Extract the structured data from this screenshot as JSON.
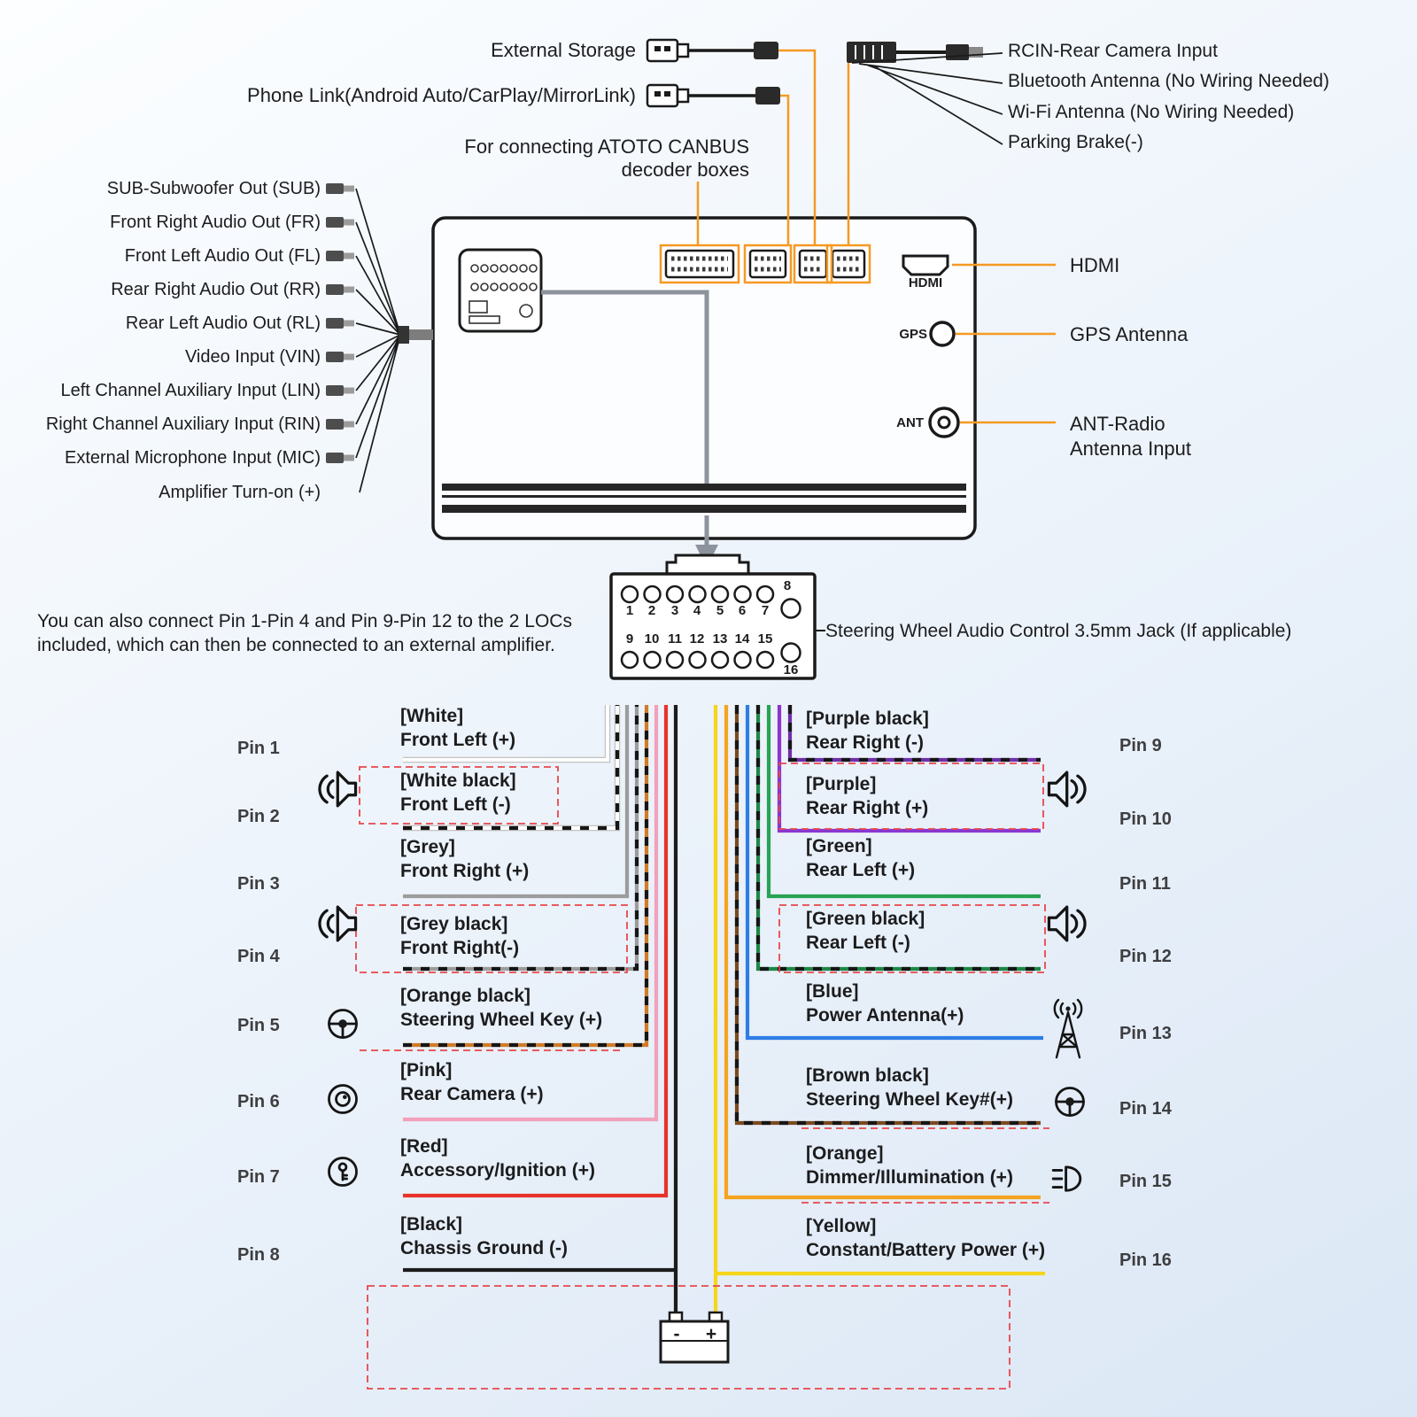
{
  "accent": "#f59a23",
  "top": {
    "external_storage": "External Storage",
    "phone_link": "Phone Link(Android Auto/CarPlay/MirrorLink)",
    "canbus": "For connecting ATOTO CANBUS\ndecoder boxes"
  },
  "harness_labels": [
    "RCIN-Rear Camera Input",
    "Bluetooth Antenna (No Wiring Needed)",
    "Wi-Fi Antenna (No Wiring Needed)",
    "Parking Brake(-)"
  ],
  "left_ports": [
    "SUB-Subwoofer Out (SUB)",
    "Front Right Audio Out (FR)",
    "Front Left Audio Out (FL)",
    "Rear Right Audio Out (RR)",
    "Rear Left Audio Out (RL)",
    "Video Input (VIN)",
    "Left Channel Auxiliary Input (LIN)",
    "Right Channel Auxiliary Input (RIN)",
    "External Microphone Input (MIC)",
    "Amplifier Turn-on (+)"
  ],
  "unit": {
    "hdmi": "HDMI",
    "gps": "GPS",
    "ant": "ANT"
  },
  "right_ports": {
    "hdmi": "HDMI",
    "gps": "GPS Antenna",
    "ant": "ANT-Radio\nAntenna Input"
  },
  "connector": {
    "top_numbers": [
      "1",
      "2",
      "3",
      "4",
      "5",
      "6",
      "7"
    ],
    "pin8": "8",
    "bottom_numbers": [
      "9",
      "10",
      "11",
      "12",
      "13",
      "14",
      "15"
    ],
    "pin16": "16"
  },
  "notes": {
    "loc": "You can also connect Pin 1-Pin 4 and Pin 9-Pin 12 to the 2 LOCs included, which can then be connected to an external amplifier.",
    "swc": "Steering Wheel Audio Control 3.5mm Jack (If applicable)"
  },
  "pins_left": [
    {
      "num": "Pin 1",
      "color": "[White]",
      "desc": "Front Left (+)"
    },
    {
      "num": "Pin 2",
      "color": "[White black]",
      "desc": "Front Left (-)"
    },
    {
      "num": "Pin 3",
      "color": "[Grey]",
      "desc": "Front Right (+)"
    },
    {
      "num": "Pin 4",
      "color": "[Grey black]",
      "desc": "Front Right(-)"
    },
    {
      "num": "Pin 5",
      "color": "[Orange black]",
      "desc": "Steering Wheel Key (+)"
    },
    {
      "num": "Pin 6",
      "color": "[Pink]",
      "desc": "Rear Camera (+)"
    },
    {
      "num": "Pin 7",
      "color": "[Red]",
      "desc": "Accessory/Ignition (+)"
    },
    {
      "num": "Pin 8",
      "color": "[Black]",
      "desc": "Chassis Ground (-)"
    }
  ],
  "pins_right": [
    {
      "num": "Pin 9",
      "color": "[Purple black]",
      "desc": "Rear Right (-)"
    },
    {
      "num": "Pin 10",
      "color": "[Purple]",
      "desc": "Rear Right (+)"
    },
    {
      "num": "Pin 11",
      "color": "[Green]",
      "desc": "Rear Left (+)"
    },
    {
      "num": "Pin 12",
      "color": "[Green black]",
      "desc": "Rear Left (-)"
    },
    {
      "num": "Pin 13",
      "color": "[Blue]",
      "desc": "Power Antenna(+)"
    },
    {
      "num": "Pin 14",
      "color": "[Brown black]",
      "desc": "Steering Wheel Key#(+)"
    },
    {
      "num": "Pin 15",
      "color": "[Orange]",
      "desc": "Dimmer/Illumination (+)"
    },
    {
      "num": "Pin 16",
      "color": "[Yellow]",
      "desc": "Constant/Battery Power (+)"
    }
  ],
  "battery": {
    "neg": "-",
    "pos": "+"
  },
  "wire_colors": {
    "white": "#ffffff",
    "white_black": "#ffffff",
    "grey": "#9c9c9c",
    "grey_black": "#9c9c9c",
    "orange_black": "#d07c28",
    "pink": "#f2a0bb",
    "red": "#e6332a",
    "black": "#1c1c1c",
    "purple_black": "#6f2fa8",
    "purple": "#8a36cf",
    "green": "#27a353",
    "green_black": "#1e8746",
    "blue": "#2e7de5",
    "brown_black": "#7a4a21",
    "orange": "#f5a41f",
    "yellow": "#f5d61a"
  }
}
